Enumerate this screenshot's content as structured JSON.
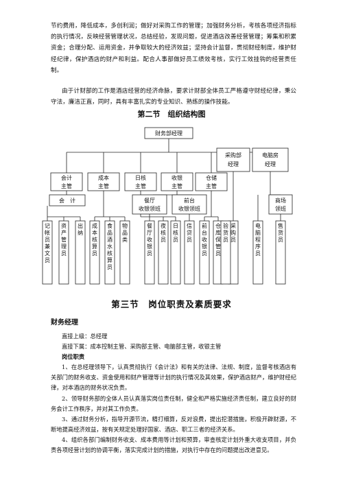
{
  "intro": {
    "para1": "节约费用，降低成本，多创利润；做好对采购工作的管理；加强财务分析，考核各项经济指标的执行情况，反映经营管理状况，总结经验，发现问题，促进酒店改善经营管理；筹集和积累资金；合理分配、运用资金，并争取较大的经济效益；坚持会计监督，贯彻财经制度，维护财经纪律，保护酒店的财产和利益。配合人事部做好员工绩效考核，实行工效挂钩的经营责任制。",
    "para2": "由于计财部的工作是酒店经营的经济命脉，要求计财部全体员工严格遵守财经纪律，秉公守法，廉洁正直，同时，具有丰富扎实的专业知识、熟练的操作技能。"
  },
  "section2": {
    "title": "第二节　组织结构图"
  },
  "org": {
    "top": "财务部经理",
    "level2": [
      "会计主管",
      "成本主管",
      "日核主管",
      "收银主管",
      "仓储主管",
      "采购部经理",
      "电脑房经理"
    ],
    "sub": [
      "会　计",
      "餐厅收银领班",
      "前台收银领班",
      "商场领班"
    ],
    "staff": [
      "记帐员兼文员",
      "资产管理员",
      "出纳",
      "成本核算员",
      "食品酒水核算员",
      "物品类",
      "餐厅收银员",
      "夜核员",
      "日核员",
      "信贷员",
      "前台收银员",
      "仓库保管员",
      "验货员",
      "采购员",
      "电脑程序员",
      "售货员"
    ]
  },
  "section3": {
    "title": "第三节　岗位职责及素质要求"
  },
  "role": {
    "title": "财务经理",
    "superior": "直接上级：总经理",
    "subordinates": "直接下属：成本控制主管、采购部主管、电脑部主管，收银主管",
    "duties_heading": "岗位职责",
    "duties": [
      "1、在总经理领导下，认真贯彻执行《会计法》和有关的法律、法规、制度，监督考核酒店有关部门的财务收支、资金使用和财产管理等计划的执行情况及其效果，保护酒店财产，维护财经纪律，对本酒店的财务状况负责。",
      "2、领导财务部的全体人员认真落实岗位责任制，健全和严格实施经济责任制，建立良好的财务会计工作秩序，并对其工作负责。",
      "3、通过财务分析，指导开源节流，精打细算，反对浪费，提出挖潜措施，积极开辟财源，不断地提高经济效益，按有关规定处理好国家、酒店、职工三者的经济关系。",
      "4、组织各部门编制财务收支、成本费用等计划和预算，审查核定计划外重大收支项目，并负责各项经营计划的协调平衡，落实完成计划的措施，对执行中存在的问题提出改进意见。"
    ]
  }
}
